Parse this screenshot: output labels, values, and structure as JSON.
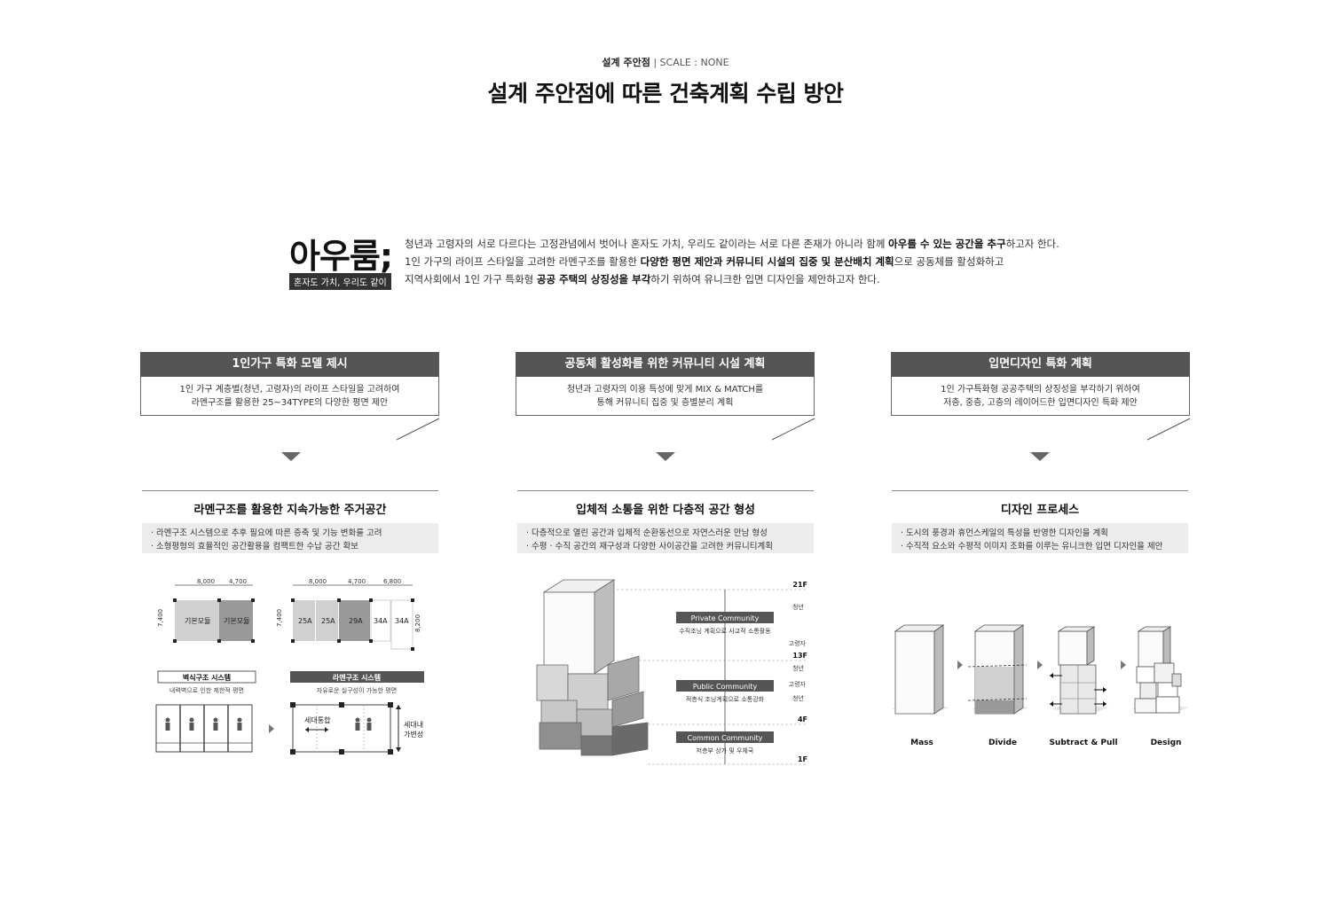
{
  "header": {
    "subtitle_bold": "설계 주안점",
    "subtitle_rest": "| SCALE : NONE",
    "title": "설계 주안점에 따른 건축계획 수립 방안"
  },
  "concept": {
    "word": "아우룸",
    "semicolon": ";",
    "badge": "혼자도 가치, 우리도 같이",
    "line1": {
      "pre": "청년과 고령자의 서로 다르다는 고정관념에서 벗어나 혼자도 가치, 우리도 같이라는 서로 다른 존재가 아니라 함께 ",
      "bold": "아우를 수 있는 공간을 추구",
      "post": "하고자 한다."
    },
    "line2": {
      "pre": "1인 가구의 라이프 스타일을 고려한 라멘구조를 활용한 ",
      "bold": "다양한 평면 제안과 커뮤니티 시설의 집중 및 분산배치 계획",
      "post": "으로 공동체를 활성화하고"
    },
    "line3": {
      "pre": "지역사회에서 1인 가구 특화형 ",
      "bold": "공공 주택의 상징성을 부각",
      "post": "하기 위하여 유니크한 입면 디자인을 제안하고자 한다."
    }
  },
  "columns": [
    {
      "head": "1인가구 특화 모델 제시",
      "desc1": "1인 가구 계층별(청년, 고령자)의 라이프 스타일을 고려하여",
      "desc2": "라멘구조를 활용한 25~34TYPE의 다양한 평면 제안",
      "section_title": "라멘구조를 활용한 지속가능한 주거공간",
      "bullet1": "· 라멘구조 시스템으로 추후 필요에 따른 증축 및 기능 변화를 고려",
      "bullet2": "· 소형평형의 효율적인 공간활용을 컴팩트한 수납 공간 확보"
    },
    {
      "head": "공동체 활성화를 위한 커뮤니티 시설 계획",
      "desc1": "청년과 고령자의 이용 특성에 맞게 MIX & MATCH를",
      "desc2": "통해 커뮤니티 집중 및 층별분리 계획",
      "section_title": "입체적 소통을 위한 다층적 공간 형성",
      "bullet1": "· 다층적으로 열린 공간과 입체적 순환동선으로 자연스러운 만남 형성",
      "bullet2": "· 수평 · 수직 공간의 재구성과 다양한 사이공간을 고려한 커뮤니티계획"
    },
    {
      "head": "입면디자인 특화 계획",
      "desc1": "1인 가구특화형 공공주택의 상징성을 부각하기 위하여",
      "desc2": "저층, 중층, 고층의 레이어드한 입면디자인 특화 제안",
      "section_title": "디자인 프로세스",
      "bullet1": "· 도시의 풍경과 휴먼스케일의 특성을 반영한 디자인을 계획",
      "bullet2": "· 수직적 요소와 수평적 이미지 조화를 이루는 유니크한 입면 디자인을 제안"
    }
  ],
  "plans": {
    "left_dims": [
      "8,000",
      "4,700"
    ],
    "left_side_dim": "7,400",
    "left_units": [
      "기본모듈",
      "기본모듈"
    ],
    "right_dims": [
      "8,000",
      "4,700",
      "6,800"
    ],
    "right_side_dim": "7,400",
    "right_side_dim2": "8,200",
    "right_units": [
      "25A",
      "25A",
      "29A",
      "34A",
      "34A"
    ],
    "wall_title": "벽식구조 시스템",
    "wall_desc": "내력벽으로 인한 제한적 평면",
    "rahmen_title": "라멘구조 시스템",
    "rahmen_desc": "자유로운 실구성이 가능한 평면",
    "merge_label": "세대통합",
    "variable_label1": "세대내",
    "variable_label2": "가변성"
  },
  "community": {
    "floors": [
      "21F",
      "13F",
      "4F",
      "1F"
    ],
    "side_labels": [
      "청년",
      "고령자",
      "청년",
      "고령자",
      "청년"
    ],
    "private_title": "Private Community",
    "private_desc": "수직조닝 계획으로 사교적 소통활동",
    "public_title": "Public Community",
    "public_desc": "적층식 조닝계획으로 소통강화",
    "common_title": "Common Community",
    "common_desc": "저층부 상가 및 우체국"
  },
  "process": {
    "steps": [
      "Mass",
      "Divide",
      "Subtract & Pull",
      "Design"
    ]
  }
}
